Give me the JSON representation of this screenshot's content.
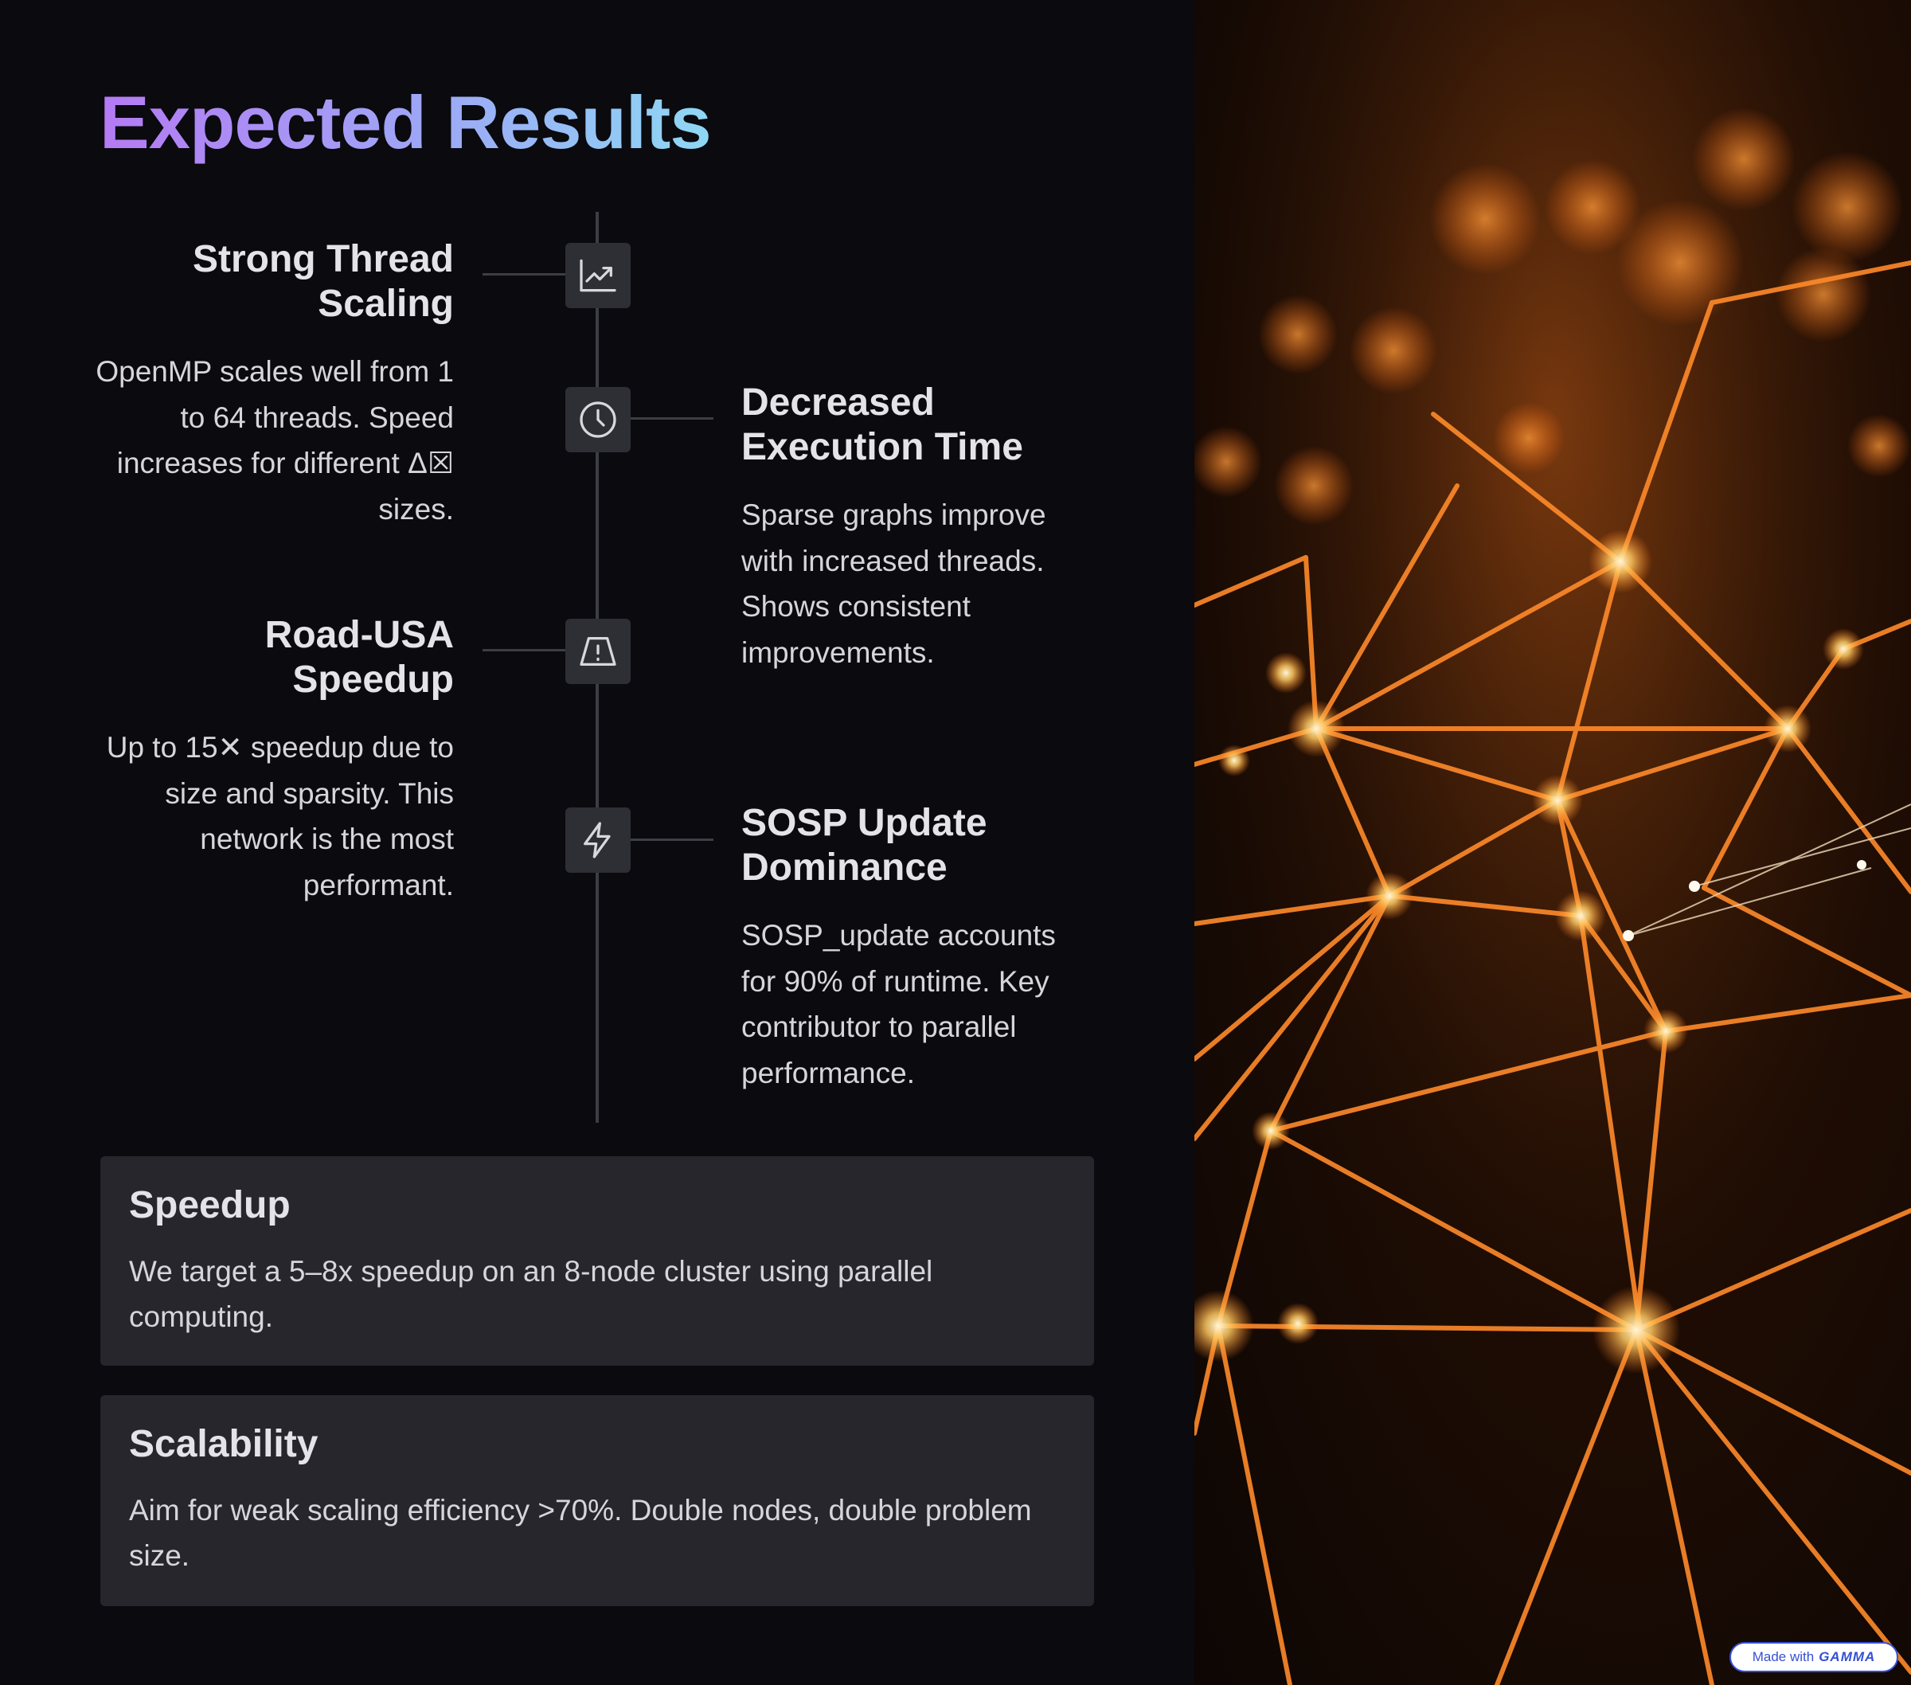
{
  "title": "Expected Results",
  "timeline": {
    "items": [
      {
        "title": "Strong Thread Scaling",
        "desc": "OpenMP scales well from 1 to 64 threads. Speed increases for different Δ☒ sizes.",
        "icon": "trend-chart-icon",
        "side": "left"
      },
      {
        "title": "Decreased Execution Time",
        "desc": "Sparse graphs improve with increased threads. Shows consistent improvements.",
        "icon": "clock-icon",
        "side": "right"
      },
      {
        "title": "Road-USA Speedup",
        "desc": "Up to 15✕ speedup due to size and sparsity. This network is the most performant.",
        "icon": "road-icon",
        "side": "left"
      },
      {
        "title": "SOSP Update Dominance",
        "desc": "SOSP_update accounts for 90% of runtime. Key contributor to parallel performance.",
        "icon": "lightning-icon",
        "side": "right"
      }
    ]
  },
  "cards": [
    {
      "title": "Speedup",
      "desc": "We target a 5–8x speedup on an 8-node cluster using parallel computing."
    },
    {
      "title": "Scalability",
      "desc": "Aim for weak scaling efficiency >70%. Double nodes, double problem size."
    }
  ],
  "badge": {
    "prefix": "Made with",
    "brand": "GAMMA"
  },
  "colors": {
    "accent_start": "#b57af4",
    "accent_end": "#8ed8f4",
    "network_orange": "#ff8a2a",
    "card_bg": "#26262c"
  }
}
